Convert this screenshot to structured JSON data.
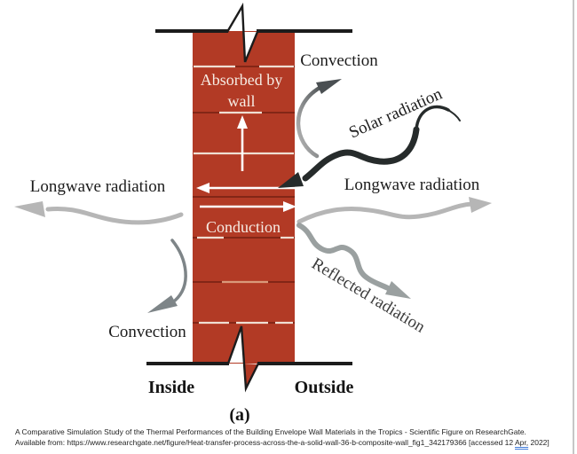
{
  "figure": {
    "labels": {
      "convection_top": "Convection",
      "solar": "Solar radiation",
      "longwave_left": "Longwave radiation",
      "longwave_right": "Longwave radiation",
      "absorbed_line1": "Absorbed by",
      "absorbed_line2": "wall",
      "conduction": "Conduction",
      "reflected": "Reflected radiation",
      "convection_bottom": "Convection",
      "inside": "Inside",
      "outside": "Outside",
      "subfigure": "(a)"
    },
    "colors": {
      "wall": "#b23a25",
      "mortar_dark": "#7c2314",
      "mortar_light": "#efdfd3",
      "mortar_salmon": "#d9997b",
      "structure_black": "#1c1c1c",
      "white_arrow": "#ffffff",
      "longwave_gray": "#b6b6b6",
      "reflected_gray": "#9aa0a0",
      "convection_gray": "#7e8588",
      "solar_black": "#262b2b",
      "page_edge": "#c6c6c6",
      "grammar_underline": "#3f7bd9"
    }
  },
  "citation": {
    "line1": "A Comparative Simulation Study of the Thermal Performances of the Building Envelope Wall Materials in the Tropics - Scientific Figure on ResearchGate.",
    "line2_prefix": "Available from: https://www.researchgate.net/figure/Heat-transfer-process-across-the-a-solid-wall-36-b-composite-wall_fig1_342179366 [accessed 12 ",
    "line2_underlined": "Apr,",
    "line2_suffix": " 2022]"
  }
}
